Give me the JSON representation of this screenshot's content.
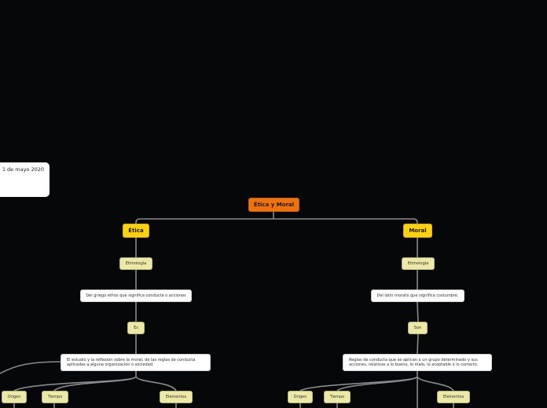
{
  "colors": {
    "background": "#060709",
    "root": "#f0720b",
    "main_topic": "#ffd20a",
    "sub_topic": "#ece9a6",
    "text_box": "#ffffff",
    "connector": "#8a8a8a"
  },
  "note": {
    "date_text": "1 de mayo 2020"
  },
  "root": {
    "label": "Ética y Moral"
  },
  "etica": {
    "label": "Ética",
    "etimologia_label": "Etimología",
    "etimologia_text": "Del griego ethos que significa conducta o acciones",
    "es_label": "Es",
    "definition": "El estudio y la reflexión sobre la moral, de las reglas de conducta aplicadas a alguna organización o sociedad.",
    "children": {
      "origen": "Origen",
      "tiempo": "Tiempo",
      "elementos": "Elementos"
    }
  },
  "moral": {
    "label": "Moral",
    "etimologia_label": "Etimología",
    "etimologia_text": "Del latín moralis que significa costumbre.",
    "son_label": "Son",
    "definition": "Reglas de conducta que se aplican a un grupo determinado y sus acciones, relativas a lo bueno, lo malo, lo aceptable o lo correcto.",
    "children": {
      "origen": "Origen",
      "tiempo": "Tiempo",
      "elementos": "Elementos"
    }
  }
}
